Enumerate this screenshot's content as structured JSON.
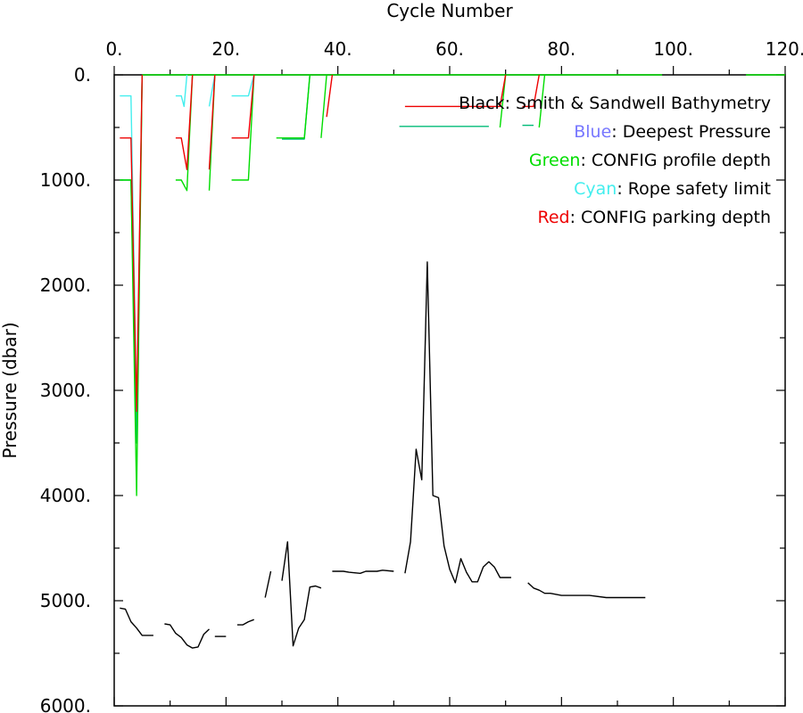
{
  "chart_data": {
    "type": "line",
    "xlabel": "Cycle Number",
    "ylabel": "Pressure (dbar)",
    "xlim": [
      0,
      120
    ],
    "ylim": [
      0,
      6000
    ],
    "y_inverted": true,
    "x_ticks": [
      "0.",
      "20.",
      "40.",
      "60.",
      "80.",
      "100.",
      "120."
    ],
    "y_ticks": [
      "0.",
      "1000.",
      "2000.",
      "3000.",
      "4000.",
      "5000.",
      "6000."
    ],
    "x_tick_values": [
      0,
      20,
      40,
      60,
      80,
      100,
      120
    ],
    "y_tick_values": [
      0,
      1000,
      2000,
      3000,
      4000,
      5000,
      6000
    ],
    "grid": false,
    "legend_position": "top-right",
    "legend": [
      {
        "color_word": "Black",
        "rest": ": Smith & Sandwell Bathymetry",
        "color": "#000000"
      },
      {
        "color_word": "Blue",
        "rest": ": Deepest Pressure",
        "color": "#7777ff"
      },
      {
        "color_word": "Green",
        "rest": ": CONFIG profile depth",
        "color": "#00dd00"
      },
      {
        "color_word": "Cyan",
        "rest": ": Rope safety limit",
        "color": "#44eeee"
      },
      {
        "color_word": "Red",
        "rest": ": CONFIG parking depth",
        "color": "#ee0000"
      }
    ],
    "series": [
      {
        "color": "#000000",
        "segments": [
          [
            [
              1,
              5070
            ],
            [
              2,
              5080
            ],
            [
              3,
              5200
            ],
            [
              4,
              5260
            ],
            [
              5,
              5330
            ],
            [
              7,
              5330
            ]
          ],
          [
            [
              9,
              5220
            ],
            [
              10,
              5230
            ],
            [
              11,
              5310
            ],
            [
              12,
              5350
            ],
            [
              13,
              5420
            ],
            [
              14,
              5450
            ],
            [
              15,
              5440
            ],
            [
              16,
              5320
            ],
            [
              17,
              5270
            ]
          ],
          [
            [
              18,
              5340
            ],
            [
              20,
              5340
            ]
          ],
          [
            [
              22,
              5230
            ],
            [
              23,
              5230
            ],
            [
              24,
              5200
            ],
            [
              25,
              5180
            ]
          ],
          [
            [
              27,
              4970
            ],
            [
              28,
              4720
            ]
          ],
          [
            [
              30,
              4810
            ],
            [
              31,
              4440
            ],
            [
              32,
              5430
            ],
            [
              33,
              5260
            ],
            [
              34,
              5180
            ],
            [
              35,
              4870
            ],
            [
              36,
              4860
            ],
            [
              37,
              4880
            ]
          ],
          [
            [
              39,
              4720
            ],
            [
              41,
              4720
            ],
            [
              42,
              4730
            ],
            [
              44,
              4740
            ],
            [
              45,
              4720
            ],
            [
              47,
              4720
            ],
            [
              48,
              4710
            ],
            [
              50,
              4720
            ]
          ],
          [
            [
              52,
              4740
            ],
            [
              53,
              4440
            ],
            [
              54,
              3560
            ],
            [
              55,
              3850
            ],
            [
              56,
              1780
            ],
            [
              57,
              4000
            ],
            [
              58,
              4020
            ],
            [
              59,
              4480
            ],
            [
              60,
              4700
            ],
            [
              61,
              4830
            ],
            [
              62,
              4600
            ],
            [
              63,
              4730
            ],
            [
              64,
              4820
            ],
            [
              65,
              4820
            ],
            [
              66,
              4680
            ],
            [
              67,
              4630
            ],
            [
              68,
              4680
            ],
            [
              69,
              4780
            ],
            [
              71,
              4780
            ]
          ],
          [
            [
              74,
              4830
            ],
            [
              75,
              4880
            ],
            [
              76,
              4900
            ],
            [
              77,
              4930
            ],
            [
              78,
              4930
            ],
            [
              80,
              4950
            ],
            [
              85,
              4950
            ],
            [
              88,
              4970
            ],
            [
              95,
              4970
            ]
          ]
        ]
      },
      {
        "color": "#00bb77",
        "segments": [
          [
            [
              1,
              1000
            ],
            [
              3,
              1000
            ],
            [
              4,
              3500
            ],
            [
              5,
              0
            ]
          ],
          [
            [
              30,
              610
            ],
            [
              34,
              610
            ],
            [
              35,
              0
            ]
          ],
          [
            [
              51,
              490
            ],
            [
              55,
              490
            ],
            [
              60,
              490
            ],
            [
              65,
              490
            ],
            [
              67,
              490
            ]
          ],
          [
            [
              73,
              480
            ],
            [
              75,
              480
            ]
          ]
        ]
      },
      {
        "color": "#00dd00",
        "segments": [
          [
            [
              1,
              1000
            ],
            [
              3,
              1000
            ],
            [
              4,
              4000
            ],
            [
              5,
              0
            ]
          ],
          [
            [
              11,
              1000
            ],
            [
              12,
              1000
            ],
            [
              13,
              1100
            ],
            [
              14,
              0
            ]
          ],
          [
            [
              17,
              1100
            ],
            [
              18,
              0
            ]
          ],
          [
            [
              21,
              1000
            ],
            [
              24,
              1000
            ],
            [
              25,
              0
            ]
          ],
          [
            [
              29,
              600
            ],
            [
              34,
              600
            ],
            [
              35,
              0
            ]
          ],
          [
            [
              37,
              600
            ],
            [
              38,
              0
            ]
          ],
          [
            [
              5,
              0
            ],
            [
              98,
              0
            ]
          ],
          [
            [
              113,
              0
            ],
            [
              120,
              0
            ]
          ],
          [
            [
              69,
              500
            ],
            [
              70,
              0
            ]
          ],
          [
            [
              76,
              500
            ],
            [
              77,
              0
            ]
          ]
        ]
      },
      {
        "color": "#44eeee",
        "segments": [
          [
            [
              1,
              200
            ],
            [
              3,
              200
            ],
            [
              4,
              3200
            ]
          ],
          [
            [
              11,
              200
            ],
            [
              12,
              200
            ],
            [
              12.5,
              300
            ],
            [
              13,
              0
            ]
          ],
          [
            [
              17,
              300
            ],
            [
              18,
              0
            ]
          ],
          [
            [
              21,
              200
            ],
            [
              24,
              200
            ],
            [
              25,
              0
            ]
          ]
        ]
      },
      {
        "color": "#ee0000",
        "segments": [
          [
            [
              1,
              600
            ],
            [
              3,
              600
            ],
            [
              4,
              3200
            ],
            [
              5,
              0
            ]
          ],
          [
            [
              11,
              600
            ],
            [
              12,
              600
            ],
            [
              13,
              900
            ],
            [
              14,
              0
            ]
          ],
          [
            [
              17,
              900
            ],
            [
              18,
              0
            ]
          ],
          [
            [
              21,
              600
            ],
            [
              24,
              600
            ],
            [
              25,
              0
            ]
          ],
          [
            [
              38,
              400
            ],
            [
              39,
              0
            ]
          ],
          [
            [
              52,
              300
            ],
            [
              55,
              300
            ],
            [
              60,
              300
            ],
            [
              65,
              300
            ],
            [
              67,
              300
            ],
            [
              69,
              300
            ],
            [
              70,
              0
            ]
          ],
          [
            [
              73,
              300
            ],
            [
              75,
              300
            ],
            [
              76,
              0
            ]
          ]
        ]
      }
    ]
  }
}
